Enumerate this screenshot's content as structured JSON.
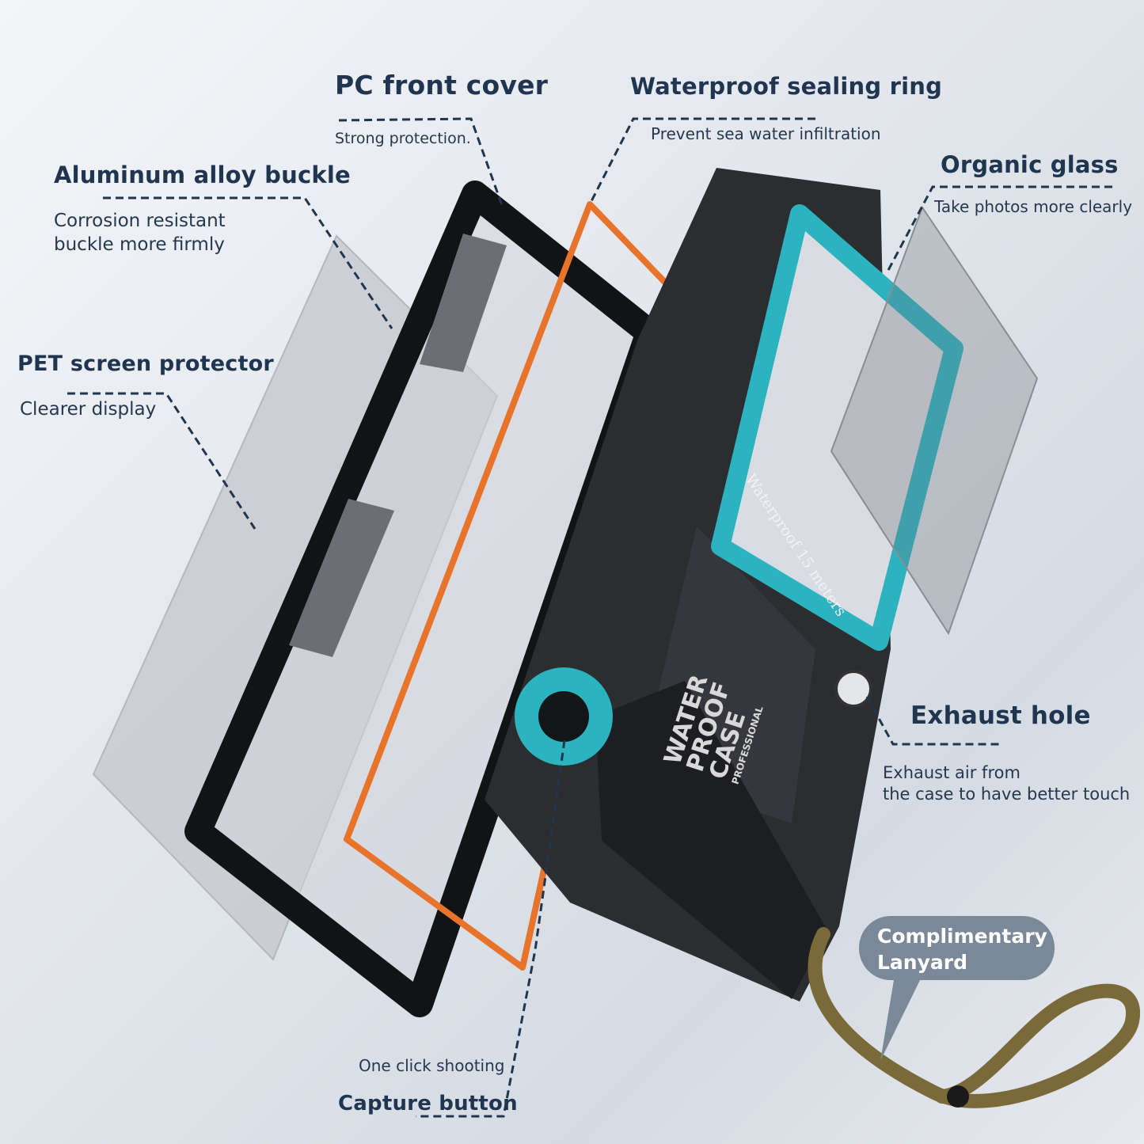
{
  "callouts": {
    "pc_front_cover": {
      "title": "PC front cover",
      "desc": "Strong protection."
    },
    "sealing_ring": {
      "title": "Waterproof sealing ring",
      "desc": "Prevent sea water infiltration"
    },
    "organic_glass": {
      "title": "Organic glass",
      "desc": "Take photos more clearly"
    },
    "aluminum_buckle": {
      "title": "Aluminum alloy buckle",
      "desc_line1": "Corrosion resistant",
      "desc_line2": "buckle more firmly"
    },
    "pet_protector": {
      "title": "PET screen protector",
      "desc": "Clearer display"
    },
    "exhaust_hole": {
      "title": "Exhaust hole",
      "desc_line1": "Exhaust air from",
      "desc_line2": "the case to have better touch"
    },
    "capture_button": {
      "title": "Capture button",
      "desc": "One click shooting"
    },
    "lanyard": {
      "line1": "Complimentary",
      "line2": "Lanyard"
    }
  },
  "product_print": {
    "depth_label": "Waterproof  15  meters",
    "logo_line1": "WATER",
    "logo_line2": "PROOF",
    "logo_line3": "CASE",
    "logo_line4": "PROFESSIONAL"
  },
  "colors": {
    "heading": "#1f3550",
    "ring_orange": "#e8732a",
    "teal": "#2bb3c0",
    "case": "#2b2d31",
    "bubble": "#7b8898",
    "lanyard": "#7a6a3a"
  }
}
